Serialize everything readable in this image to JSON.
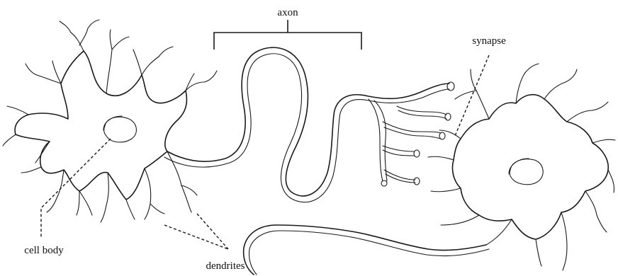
{
  "labels": {
    "axon": "axon",
    "synapse": "synapse",
    "cell_body": "cell body",
    "dendrites": "dendrites"
  },
  "colors": {
    "line": "#1a1a1a",
    "background": "#ffffff"
  }
}
